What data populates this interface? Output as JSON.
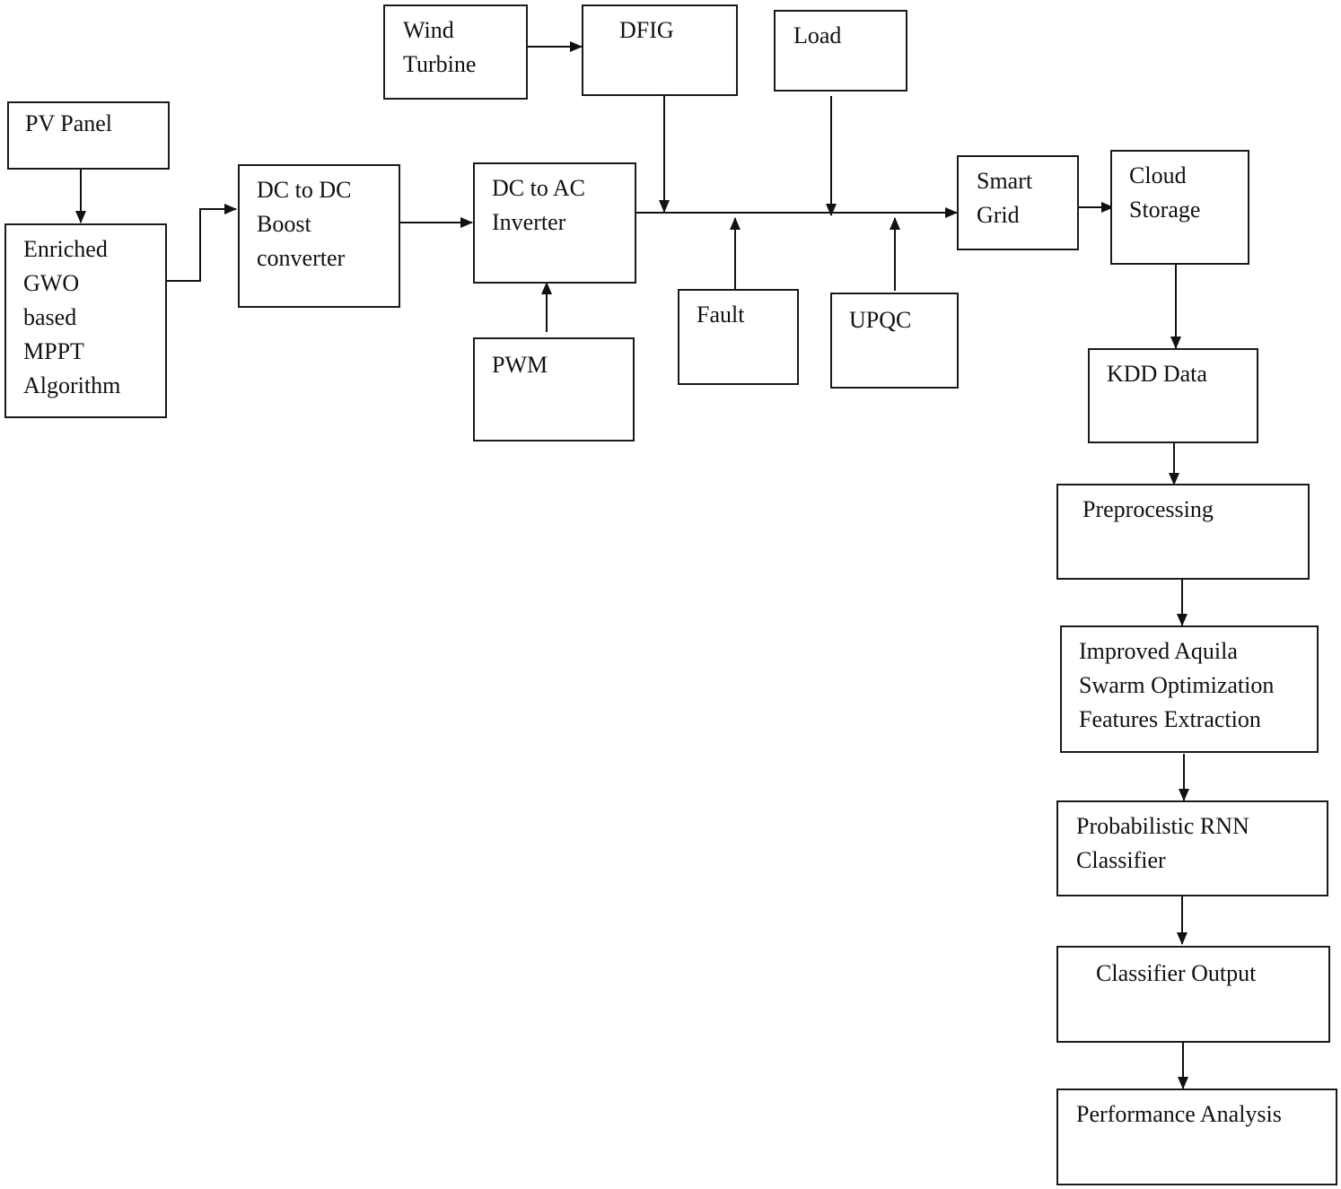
{
  "diagram": {
    "nodes": {
      "pv_panel": [
        "PV Panel"
      ],
      "gwo": [
        "Enriched",
        "GWO",
        "based",
        "MPPT",
        "Algorithm"
      ],
      "boost": [
        "DC to DC",
        "Boost",
        "converter"
      ],
      "wind": [
        "Wind",
        "Turbine"
      ],
      "dfig": [
        "DFIG"
      ],
      "inverter": [
        "DC to AC",
        "Inverter"
      ],
      "pwm": [
        "PWM"
      ],
      "load": [
        "Load"
      ],
      "fault": [
        "Fault"
      ],
      "upqc": [
        "UPQC"
      ],
      "smart_grid": [
        "Smart",
        "Grid"
      ],
      "cloud": [
        "Cloud",
        "Storage"
      ],
      "kdd": [
        "KDD Data"
      ],
      "preprocessing": [
        "Preprocessing"
      ],
      "aquila": [
        "Improved Aquila",
        "Swarm Optimization",
        "Features Extraction"
      ],
      "rnn": [
        "Probabilistic RNN",
        "Classifier"
      ],
      "classifier_output": [
        "Classifier Output"
      ],
      "performance": [
        "Performance Analysis"
      ]
    },
    "edges": [
      [
        "pv_panel",
        "gwo"
      ],
      [
        "gwo",
        "boost"
      ],
      [
        "boost",
        "inverter"
      ],
      [
        "wind",
        "dfig"
      ],
      [
        "pwm",
        "inverter"
      ],
      [
        "inverter",
        "smart_grid"
      ],
      [
        "dfig",
        "bus"
      ],
      [
        "load",
        "bus"
      ],
      [
        "fault",
        "bus"
      ],
      [
        "upqc",
        "bus"
      ],
      [
        "smart_grid",
        "cloud"
      ],
      [
        "cloud",
        "kdd"
      ],
      [
        "kdd",
        "preprocessing"
      ],
      [
        "preprocessing",
        "aquila"
      ],
      [
        "aquila",
        "rnn"
      ],
      [
        "rnn",
        "classifier_output"
      ],
      [
        "classifier_output",
        "performance"
      ]
    ]
  }
}
